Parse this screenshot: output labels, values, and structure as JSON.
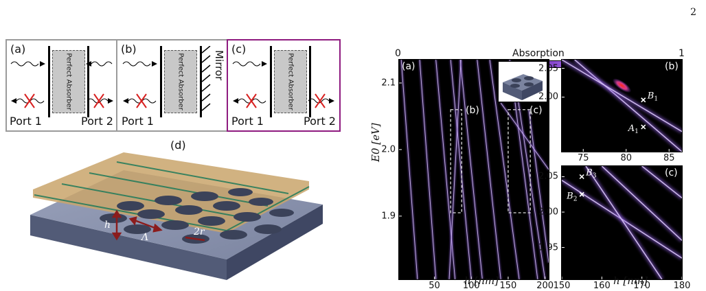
{
  "page_number": "2",
  "schematic": {
    "panels": [
      {
        "letter": "(a)",
        "absorber": "Perfect Absorber",
        "port_left": "Port 1",
        "port_right": "Port 2"
      },
      {
        "letter": "(b)",
        "absorber": "Perfect Absorber",
        "port_left": "Port 1",
        "mirror": "Mirror"
      },
      {
        "letter": "(c)",
        "absorber": "Perfect Absorber",
        "port_left": "Port 1",
        "port_right": "Port 2"
      }
    ],
    "highlight_color": "#8e1a7f"
  },
  "structure_3d": {
    "letter": "(d)",
    "labels": {
      "height": "h",
      "period": "Λ",
      "radius": "2r"
    },
    "colors": {
      "slab": "#6b7591",
      "arrows": "#8b1c1c"
    }
  },
  "colorbar": {
    "label": "Absorption",
    "min": "0",
    "max": "1"
  },
  "chart_data": [
    {
      "type": "heatmap",
      "panel": "(a)",
      "xlabel": "h [nm]",
      "ylabel": "E0 [eV]",
      "xlim": [
        2,
        205
      ],
      "ylim": [
        1.805,
        2.135
      ],
      "xticks": [
        "50",
        "100",
        "150",
        "200"
      ],
      "yticks": [
        "1.9",
        "2.0",
        "2.1"
      ],
      "xtick_values": [
        50,
        100,
        150,
        200
      ],
      "ytick_values": [
        1.9,
        2.0,
        2.1
      ],
      "inset_regions": [
        {
          "label": "(b)",
          "x": [
            72,
            87
          ],
          "y": [
            1.905,
            2.06
          ]
        },
        {
          "label": "(c)",
          "x": [
            150,
            180
          ],
          "y": [
            1.905,
            2.06
          ]
        }
      ],
      "bands": [
        {
          "x": [
            5,
            27
          ],
          "y": [
            2.135,
            1.805
          ]
        },
        {
          "x": [
            30,
            52
          ],
          "y": [
            2.135,
            1.805
          ]
        },
        {
          "x": [
            52,
            78
          ],
          "y": [
            2.135,
            1.805
          ]
        },
        {
          "x": [
            72,
            100
          ],
          "y": [
            2.135,
            1.805
          ]
        },
        {
          "x": [
            85,
            115
          ],
          "y": [
            2.135,
            1.805
          ]
        },
        {
          "x": [
            86,
            70
          ],
          "y": [
            2.135,
            1.805
          ]
        },
        {
          "x": [
            108,
            140
          ],
          "y": [
            2.135,
            1.805
          ]
        },
        {
          "x": [
            125,
            165
          ],
          "y": [
            2.135,
            1.805
          ]
        },
        {
          "x": [
            152,
            190
          ],
          "y": [
            2.135,
            1.805
          ]
        },
        {
          "x": [
            160,
            200
          ],
          "y": [
            2.1,
            1.805
          ]
        },
        {
          "x": [
            178,
            205
          ],
          "y": [
            2.06,
            1.83
          ]
        },
        {
          "x": [
            140,
            205
          ],
          "y": [
            2.07,
            1.97
          ]
        }
      ]
    },
    {
      "type": "heatmap",
      "panel": "(b)",
      "xlim": [
        72.5,
        86.5
      ],
      "ylim": [
        1.905,
        2.065
      ],
      "xticks": [
        "75",
        "80",
        "85"
      ],
      "yticks": [
        "2.00",
        "2.05"
      ],
      "xtick_values": [
        75,
        80,
        85
      ],
      "ytick_values": [
        2.0,
        2.05
      ],
      "bands": [
        {
          "x": [
            74,
            86.5
          ],
          "y": [
            2.065,
            1.905
          ]
        },
        {
          "x": [
            72.5,
            86.5
          ],
          "y": [
            2.065,
            1.94
          ]
        }
      ],
      "points": [
        {
          "label": "B1",
          "base": "B",
          "sub": "1",
          "x": 82.0,
          "y": 1.995
        },
        {
          "label": "A1",
          "base": "A",
          "sub": "1",
          "x": 82.0,
          "y": 1.948
        }
      ],
      "hotspot": {
        "x": 79.5,
        "y": 2.02,
        "value": 1.0
      }
    },
    {
      "type": "heatmap",
      "panel": "(c)",
      "xlabel": "h [nm]",
      "xlim": [
        150,
        180
      ],
      "ylim": [
        1.905,
        2.065
      ],
      "xticks": [
        "150",
        "160",
        "170",
        "180"
      ],
      "yticks": [
        "1.95",
        "2.00",
        "2.05"
      ],
      "xtick_values": [
        150,
        160,
        170,
        180
      ],
      "ytick_values": [
        1.95,
        2.0,
        2.05
      ],
      "bands": [
        {
          "x": [
            150,
            180
          ],
          "y": [
            2.045,
            1.935
          ]
        },
        {
          "x": [
            156,
            175
          ],
          "y": [
            2.065,
            1.905
          ]
        },
        {
          "x": [
            160,
            180
          ],
          "y": [
            2.065,
            1.96
          ]
        },
        {
          "x": [
            170,
            180
          ],
          "y": [
            2.065,
            2.02
          ]
        }
      ],
      "points": [
        {
          "label": "B3",
          "base": "B",
          "sub": "3",
          "x": 155.0,
          "y": 2.05
        },
        {
          "label": "B2",
          "base": "B",
          "sub": "2",
          "x": 155.0,
          "y": 2.025
        }
      ]
    }
  ]
}
